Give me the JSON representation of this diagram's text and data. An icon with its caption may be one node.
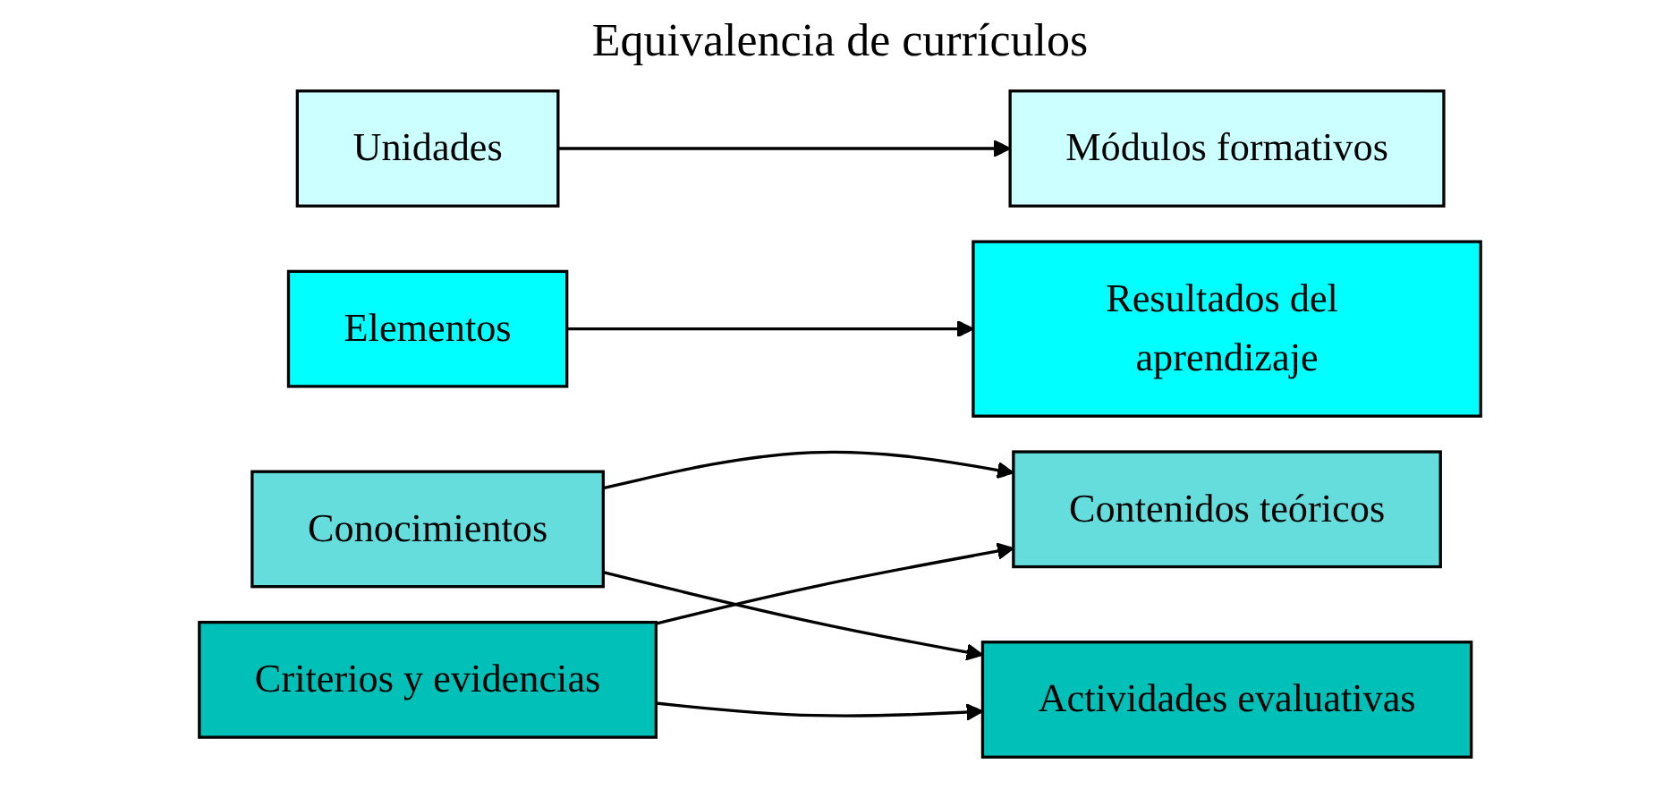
{
  "diagram": {
    "title": "Equivalencia de currículos",
    "nodes": [
      {
        "text": [
          "Unidades"
        ]
      },
      {
        "text": [
          "Elementos"
        ]
      },
      {
        "text": [
          "Conocimientos"
        ]
      },
      {
        "text": [
          "Criterios y evidencias"
        ]
      },
      {
        "text": [
          "Módulos formativos"
        ]
      },
      {
        "text": [
          "Resultados del aprendizaje"
        ]
      },
      {
        "text": [
          "Contenidos teóricos"
        ]
      },
      {
        "text": [
          "Actividades evaluativas"
        ]
      }
    ],
    "edges": [
      {
        "from": 0,
        "to": 4,
        "arrow": "to"
      },
      {
        "from": 1,
        "to": 5,
        "arrow": "to"
      },
      {
        "from": 2,
        "to": 6,
        "arrow": "to"
      },
      {
        "from": 2,
        "to": 7,
        "arrow": "to"
      },
      {
        "from": 3,
        "to": 6,
        "arrow": "to"
      },
      {
        "from": 3,
        "to": 7,
        "arrow": "to"
      }
    ]
  }
}
